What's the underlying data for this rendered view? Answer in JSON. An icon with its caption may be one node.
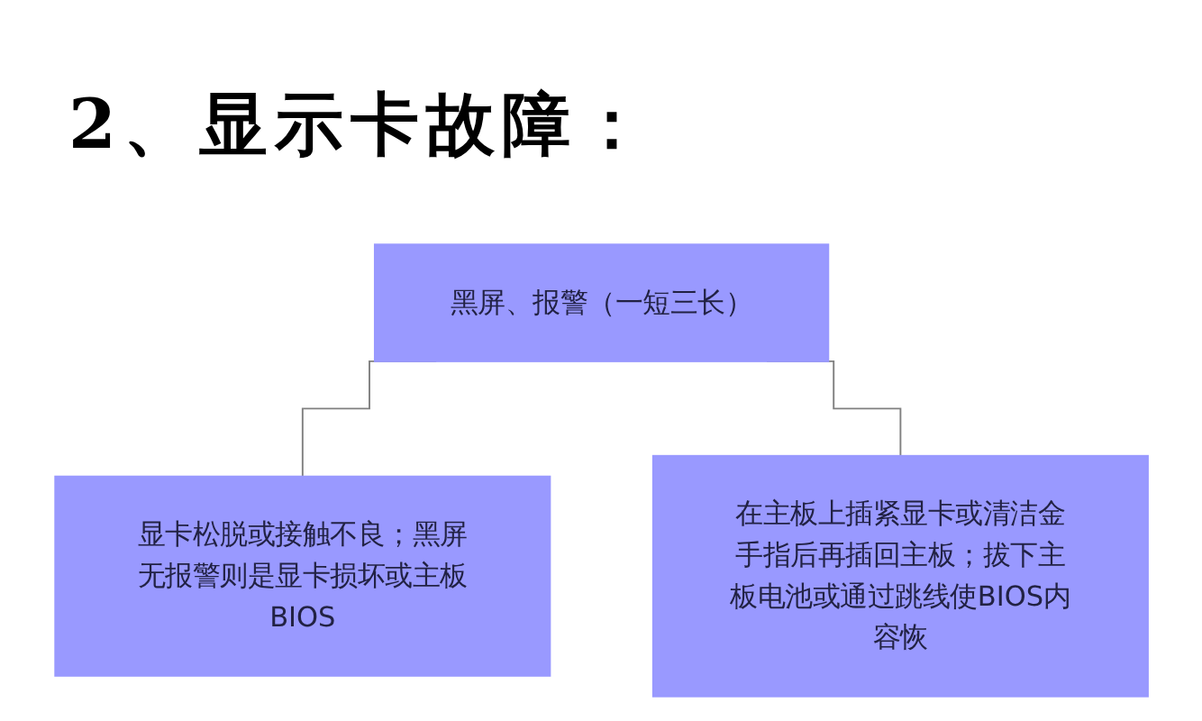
{
  "diagram": {
    "title": "2、显示卡故障：",
    "nodes": [
      {
        "text": [
          "黑屏、报警（一短三长）"
        ]
      },
      {
        "text": [
          "显卡松脱或接触不良；黑屏无报警则是显卡损坏或主板BIOS"
        ]
      },
      {
        "text": [
          "在主板上插紧显卡或清洁金手指后再插回主板；拔下主板电池或通过跳线使BIOS内容恢"
        ]
      }
    ],
    "edges": [
      {
        "from": 0,
        "to": 1,
        "arrow": "none"
      },
      {
        "from": 0,
        "to": 2,
        "arrow": "none"
      }
    ]
  }
}
